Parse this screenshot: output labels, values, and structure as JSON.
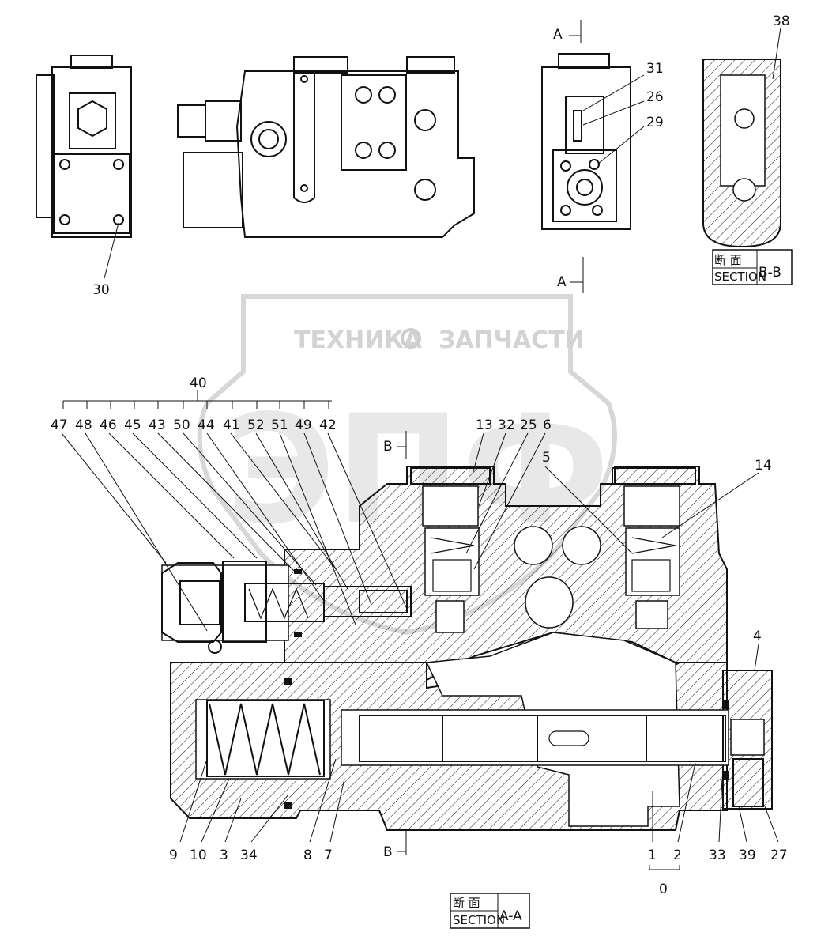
{
  "watermark": {
    "line1": "ТЕХНИКА",
    "line2": "ЗАПЧАСТИ",
    "big": "ЭПФ"
  },
  "section_labels": {
    "a_jp": "断 面",
    "a_en": "SECTION",
    "a_id": "A-A",
    "b_jp": "断 面",
    "b_en": "SECTION",
    "b_id": "B-B"
  },
  "cut_marks": {
    "a_top": "A",
    "a_mid": "A",
    "b_top": "B",
    "b_bottom": "B"
  },
  "group_labels": {
    "g40": "40",
    "g0": "0"
  },
  "callouts_top": [
    "30",
    "31",
    "26",
    "29",
    "38"
  ],
  "callouts_left_top": [
    "47",
    "48",
    "46",
    "45",
    "43",
    "50",
    "44",
    "41",
    "52",
    "51",
    "49",
    "42"
  ],
  "callouts_right_top": [
    "13",
    "32",
    "25",
    "6",
    "5",
    "14",
    "4"
  ],
  "callouts_bottom": [
    "9",
    "10",
    "3",
    "34",
    "8",
    "7",
    "1",
    "2",
    "33",
    "39",
    "27"
  ]
}
